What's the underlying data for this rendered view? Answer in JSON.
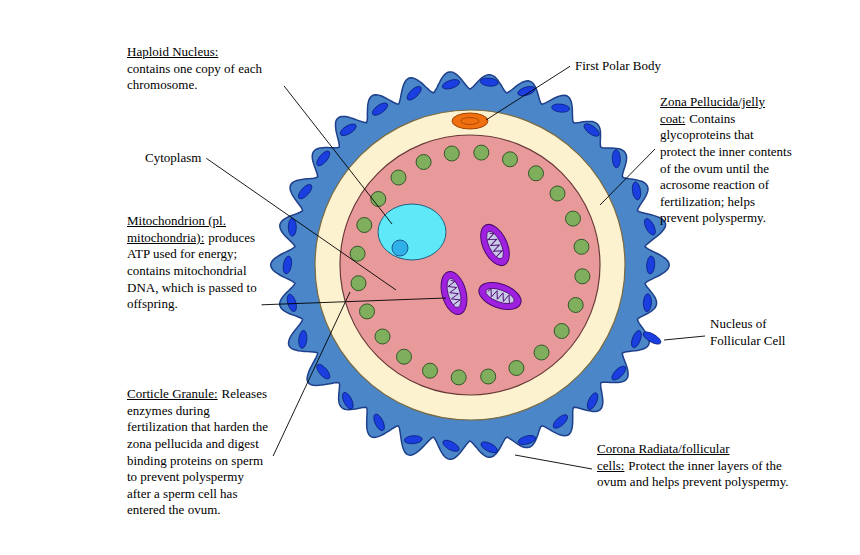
{
  "diagram": {
    "labels": [
      "Haploid Nucleus:",
      "contains one copy of each chromosome.",
      "Cytoplasm",
      "Mitochondrion (pl. mitochondria):",
      "produces ATP used for energy; contains mitochondrial DNA, which is passed to offspring.",
      "Corticle Granule:",
      "Releases enzymes during fertilization that harden the zona pellucida and digest binding proteins on sperm to prevent polyspermy after a sperm cell has entered the ovum.",
      "First Polar Body",
      "Zona Pellucida/jelly coat:",
      "Contains glycoproteins that protect the inner contents of the ovum until the acrosome reaction of fertilization; helps prevent polyspermy.",
      "Nucleus of Follicular Cell",
      "Corona Radiata/follicular cells:",
      "Protect the inner layers of the ovum and helps prevent polyspermy."
    ]
  }
}
